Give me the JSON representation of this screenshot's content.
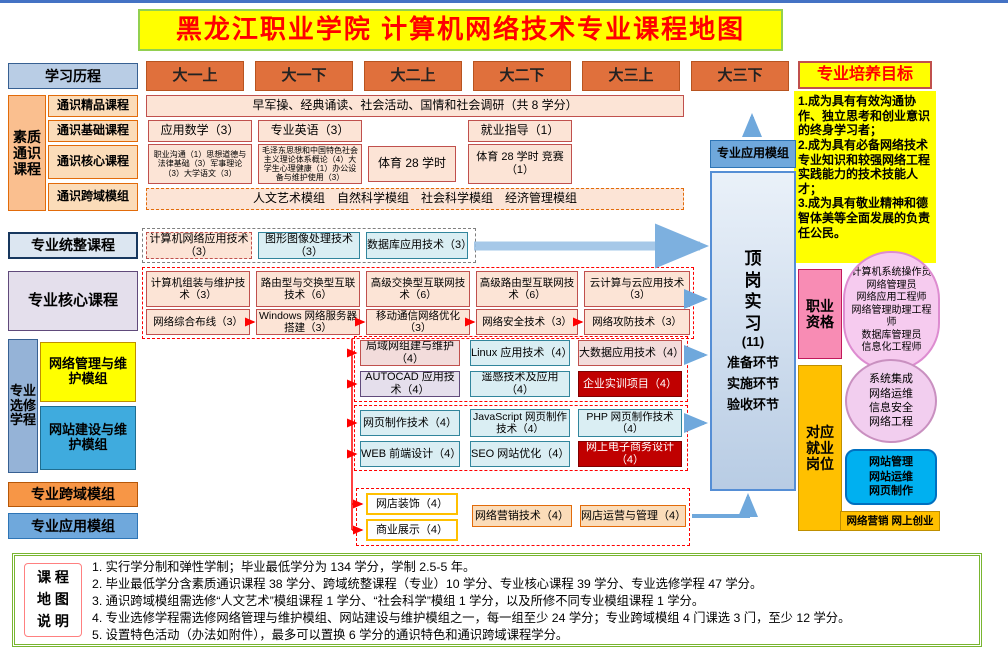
{
  "title": "黑龙江职业学院  计算机网络技术专业课程地图",
  "colors": {
    "title_bg": "#FFFF00",
    "title_text": "#FF0000",
    "title_border": "#92D050",
    "semester_bg": "#E0703C",
    "general_bg": "#FABF8F",
    "course_peach": "#FCE4D6",
    "course_cyan": "#DAEEF3",
    "course_red": "#C00000",
    "elective_blue": "#95B3D7",
    "module_yellow": "#FFFF00",
    "module_blue": "#3FABDE",
    "cross_orange": "#F79646",
    "app_blue": "#6FA8DC",
    "qual_pink": "#F88CB4",
    "job_orange": "#FFC000",
    "arrow_red": "#FF0000"
  },
  "timeline": {
    "label": "学习历程",
    "semesters": [
      "大一上",
      "大一下",
      "大二上",
      "大二下",
      "大三上",
      "大三下"
    ]
  },
  "general": {
    "label": "素质通识课程",
    "sub_labels": [
      "通识精品课程",
      "通识基础课程",
      "通识核心课程",
      "通识跨域模组"
    ],
    "activities": "早军操、经典诵读、社会活动、国情和社会调研（共 8 学分）",
    "math": "应用数学（3）",
    "english": "专业英语（3）",
    "career": "就业指导（1）",
    "politics1": "职业沟通（1）思想道德与法律基础（3）军事理论（3）大学语文（3）",
    "politics2": "毛泽东思想和中国特色社会主义理论体系概论（4）大学生心理健康（1）办公设备与维护使用（3）",
    "pe1": "体育 28 学时",
    "pe2": "体育 28 学时 竞赛（1）",
    "modules": "人文艺术模组　自然科学模组　社会科学模组　经济管理模组"
  },
  "integrated": {
    "label": "专业统整课程",
    "courses": [
      "计算机网络应用技术（3）",
      "图形图像处理技术（3）",
      "数据库应用技术（3）"
    ]
  },
  "core": {
    "label": "专业核心课程",
    "columns": [
      {
        "top": "计算机组装与维护技术（3）",
        "bottom": "网络综合布线（3）"
      },
      {
        "top": "路由型与交换型互联技术（6）",
        "bottom": "Windows 网络服务器搭建（3）"
      },
      {
        "top": "高级交换型互联网技术（6）",
        "bottom": "移动通信网络优化（3）"
      },
      {
        "top": "高级路由型互联网技术（6）",
        "bottom": "网络安全技术（3）"
      },
      {
        "top": "云计算与云应用技术（3）",
        "bottom": "网络攻防技术（3）"
      }
    ]
  },
  "elective": {
    "label": "专业选修学程",
    "group1": {
      "label": "网络管理与维护模组",
      "courses": [
        "局域网组建与维护（4）",
        "AUTOCAD 应用技术（4）",
        "Linux 应用技术（4）",
        "遥感技术及应用（4）",
        "大数据应用技术（4）",
        "企业实训项目（4）"
      ]
    },
    "group2": {
      "label": "网站建设与维护模组",
      "courses": [
        "网页制作技术（4）",
        "WEB 前端设计（4）",
        "JavaScript 网页制作技术（4）",
        "SEO 网站优化（4）",
        "PHP 网页制作技术（4）",
        "网上电子商务设计（4）"
      ]
    }
  },
  "cross_domain": {
    "label": "专业跨域模组",
    "courses": [
      "网店装饰（4）",
      "商业展示（4）",
      "网络营销技术（4）",
      "网店运营与管理（4）"
    ]
  },
  "application": {
    "left_label": "专业应用模组",
    "header": "专业应用模组",
    "internship": [
      "顶",
      "岗",
      "实",
      "习",
      "(11)",
      "准备环节",
      "实施环节",
      "验收环节"
    ]
  },
  "goals": {
    "title": "专业培养目标",
    "text": "1.成为具有有效沟通协作、独立思考和创业意识的终身学习者；\n2.成为具有必备网络技术专业知识和较强网络工程实践能力的技术技能人才；\n3.成为具有敬业精神和德智体美等全面发展的负责任公民。"
  },
  "qualification": {
    "label": "职业资格",
    "items": [
      "计算机系统操作员",
      "网络管理员",
      "网络应用工程师",
      "网络管理助理工程师",
      "数据库管理员",
      "信息化工程师"
    ]
  },
  "jobs": {
    "label": "对应就业岗位",
    "group1": [
      "系统集成",
      "网络运维",
      "信息安全",
      "网络工程"
    ],
    "group2": [
      "网站管理",
      "网站运维",
      "网页制作"
    ],
    "group3": "网络营销 网上创业"
  },
  "notes": {
    "label_lines": [
      "课 程",
      "地 图",
      "说 明"
    ],
    "items": [
      "1. 实行学分制和弹性学制；毕业最低学分为 134 学分，学制 2.5-5 年。",
      "2. 毕业最低学分含素质通识课程 38 学分、跨域统整课程（专业）10 学分、专业核心课程 39 学分、专业选修学程 47 学分。",
      "3. 通识跨域模组需选修“人文艺术”模组课程 1 学分、“社会科学”模组 1 学分，以及所修不同专业模组课程 1 学分。",
      "4. 专业选修学程需选修网络管理与维护模组、网站建设与维护模组之一，每一组至少 24 学分；专业跨域模组 4 门课选 3 门，至少 12 学分。",
      "5. 设置特色活动（办法如附件），最多可以置换 6 学分的通识特色和通识跨域课程学分。"
    ]
  }
}
